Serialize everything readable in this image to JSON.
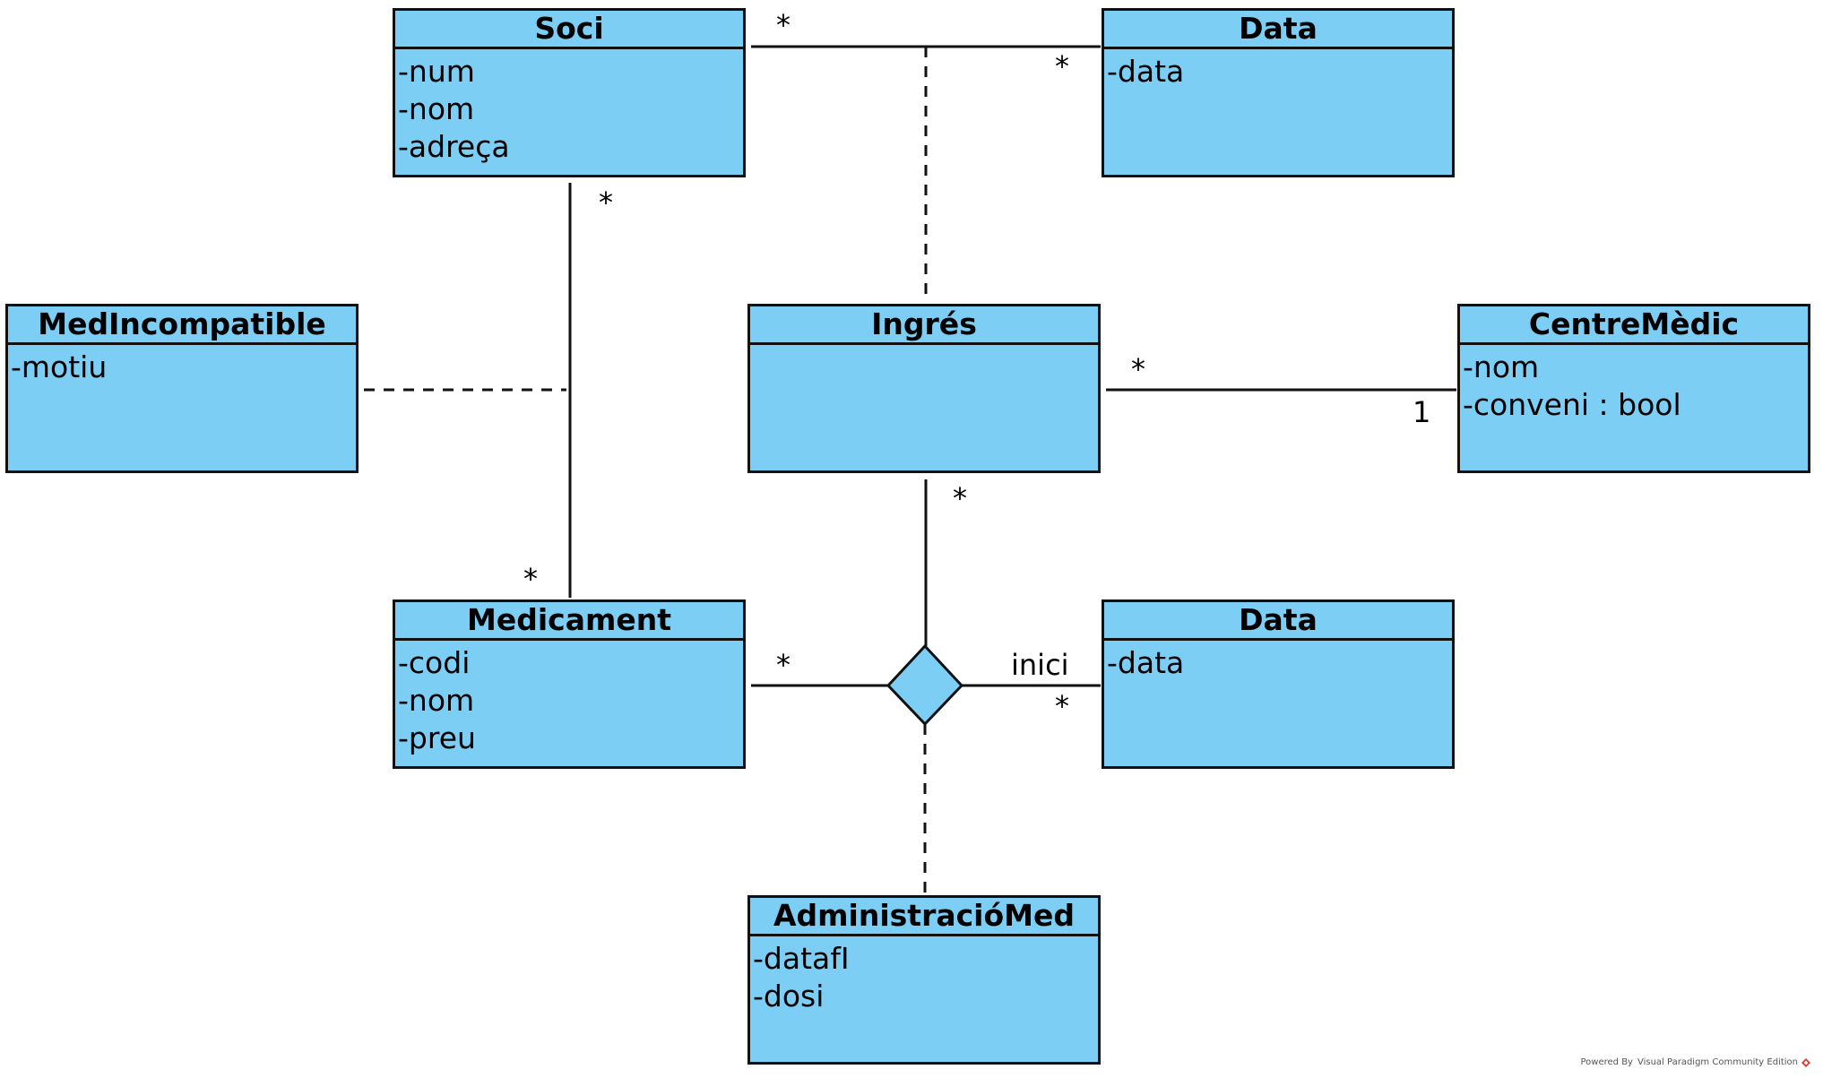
{
  "classes": {
    "soci": {
      "name": "Soci",
      "attrs": [
        "-num",
        "-nom",
        "-adreça"
      ]
    },
    "data_top": {
      "name": "Data",
      "attrs": [
        "-data"
      ]
    },
    "medincompatible": {
      "name": "MedIncompatible",
      "attrs": [
        "-motiu"
      ]
    },
    "ingres": {
      "name": "Ingrés",
      "attrs": []
    },
    "centremedic": {
      "name": "CentreMèdic",
      "attrs": [
        "-nom",
        "-conveni : bool"
      ]
    },
    "medicament": {
      "name": "Medicament",
      "attrs": [
        "-codi",
        "-nom",
        "-preu"
      ]
    },
    "data_bottom": {
      "name": "Data",
      "attrs": [
        "-data"
      ]
    },
    "administraciomed": {
      "name": "AdministracióMed",
      "attrs": [
        "-datafI",
        "-dosi"
      ]
    }
  },
  "multiplicities": {
    "soci_data_left": "*",
    "soci_data_right": "*",
    "soci_medicament_top": "*",
    "soci_medicament_bottom": "*",
    "ingres_centre_left": "*",
    "ingres_centre_right": "1",
    "ingres_ternary": "*",
    "medicament_ternary": "*",
    "data_ternary": "*"
  },
  "role_labels": {
    "inici": "inici"
  },
  "footer": {
    "text": "Powered By Visual Paradigm Community Edition"
  },
  "colors": {
    "class_fill": "#7ccef4",
    "stroke": "#111111",
    "logo": "#e2352a"
  }
}
